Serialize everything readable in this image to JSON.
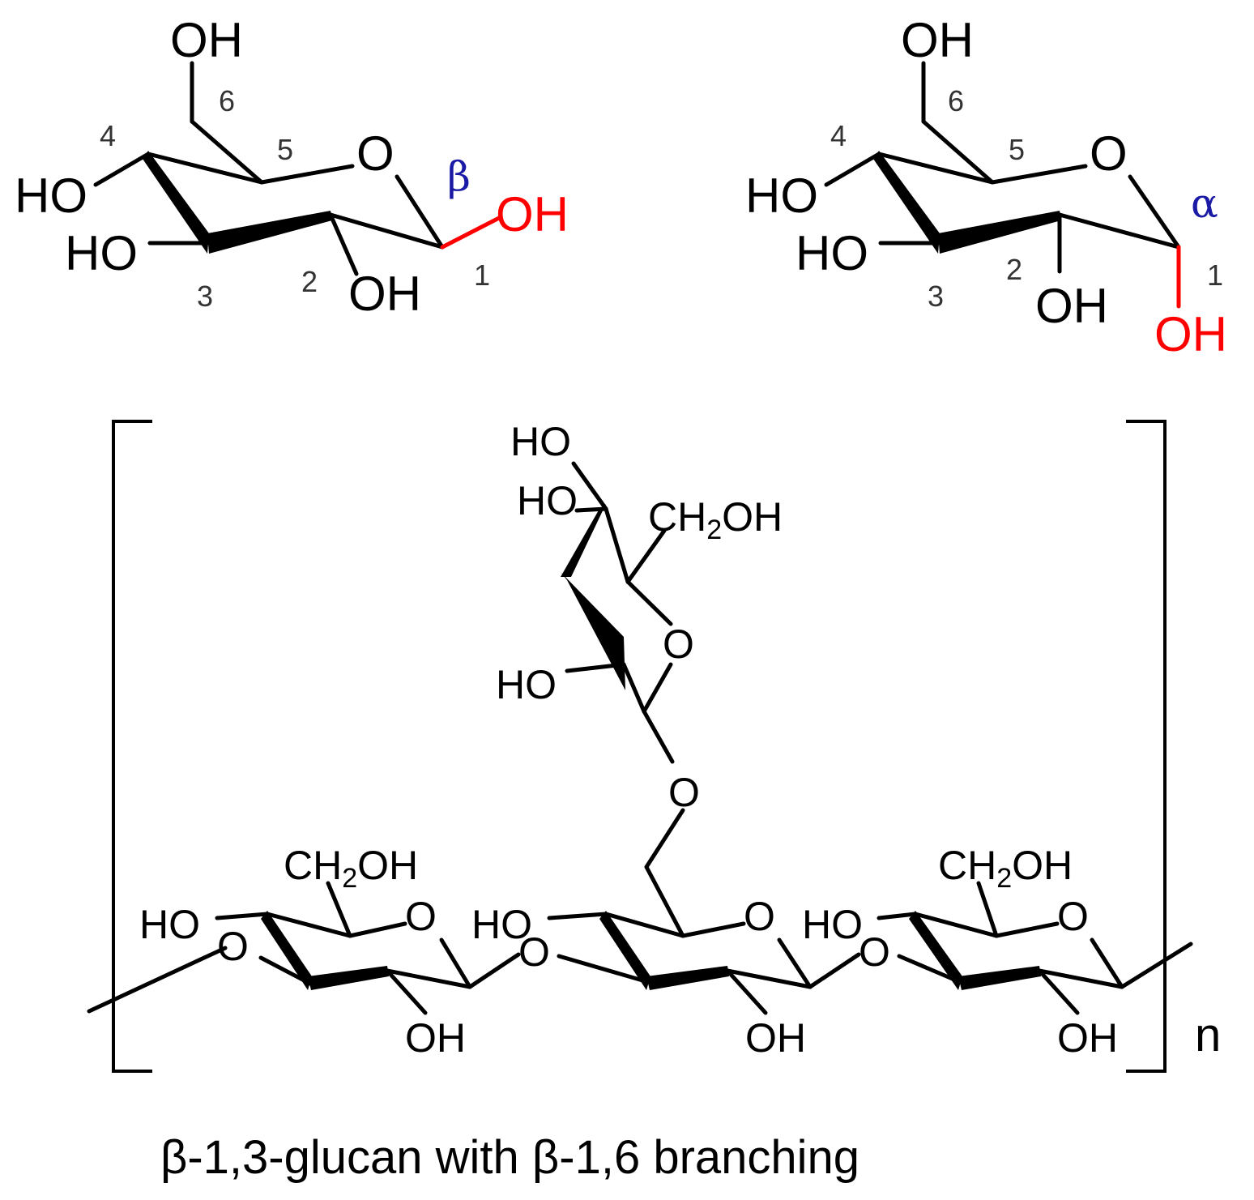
{
  "colors": {
    "ink": "#000000",
    "anomeric_oh": "#ff0000",
    "anomer_label": "#1a1aa6",
    "position_number": "#333333"
  },
  "beta_glucose": {
    "anomer_symbol": "β",
    "oh_c6": "OH",
    "oh_c4": "HO",
    "oh_c3": "HO",
    "oh_c2": "OH",
    "oh_c1": "OH",
    "ring_oxygen": "O",
    "numbers": {
      "n1": "1",
      "n2": "2",
      "n3": "3",
      "n4": "4",
      "n5": "5",
      "n6": "6"
    }
  },
  "alpha_glucose": {
    "anomer_symbol": "α",
    "oh_c6": "OH",
    "oh_c4": "HO",
    "oh_c3": "HO",
    "oh_c2": "OH",
    "oh_c1": "OH",
    "ring_oxygen": "O",
    "numbers": {
      "n1": "1",
      "n2": "2",
      "n3": "3",
      "n4": "4",
      "n5": "5",
      "n6": "6"
    }
  },
  "polymer": {
    "repeat_label": "n",
    "branch_unit": {
      "oh_top": "HO",
      "oh_mid": "HO",
      "ch2oh": "CH2OH",
      "ring_oxygen": "O",
      "oh_low": "HO",
      "linkage_oxygen": "O"
    },
    "unit_left": {
      "ch2oh": "CH2OH",
      "oh_4": "HO",
      "ring_oxygen": "O",
      "oh_2": "OH",
      "chain_oxygen": "O"
    },
    "unit_middle": {
      "oh_4": "HO",
      "ring_oxygen": "O",
      "oh_2": "OH",
      "chain_oxygen": "O"
    },
    "unit_right": {
      "ch2oh": "CH2OH",
      "oh_4": "HO",
      "ring_oxygen": "O",
      "oh_2": "OH",
      "chain_oxygen": "O"
    }
  },
  "caption": "β-1,3-glucan with β-1,6 branching"
}
